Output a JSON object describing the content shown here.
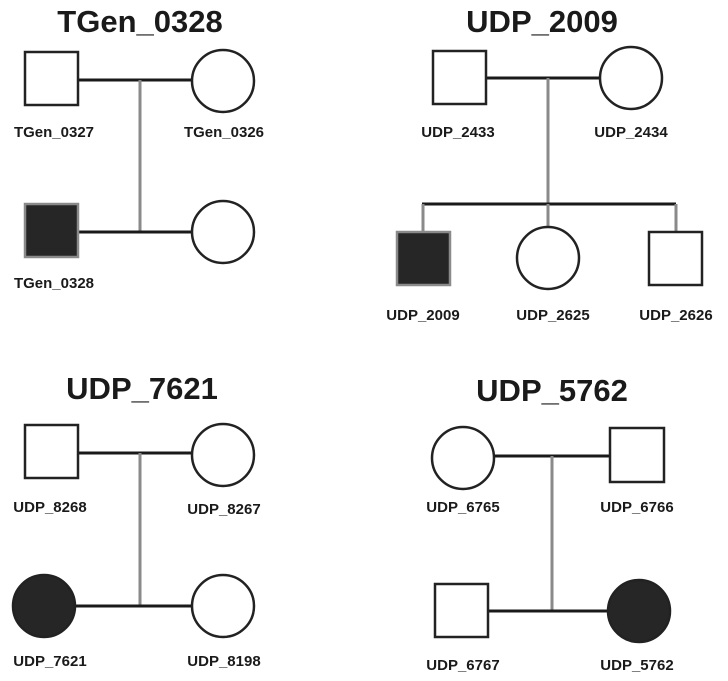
{
  "pedigrees": [
    {
      "title": "TGen_0328",
      "parents": [
        {
          "id": "TGen_0327",
          "sex": "male",
          "affected": false
        },
        {
          "id": "TGen_0326",
          "sex": "female",
          "affected": false
        }
      ],
      "children": [
        {
          "id": "TGen_0328",
          "sex": "male",
          "affected": true
        },
        {
          "id": "",
          "sex": "female",
          "affected": false
        }
      ]
    },
    {
      "title": "UDP_2009",
      "parents": [
        {
          "id": "UDP_2433",
          "sex": "male",
          "affected": false
        },
        {
          "id": "UDP_2434",
          "sex": "female",
          "affected": false
        }
      ],
      "children": [
        {
          "id": "UDP_2009",
          "sex": "male",
          "affected": true
        },
        {
          "id": "UDP_2625",
          "sex": "female",
          "affected": false
        },
        {
          "id": "UDP_2626",
          "sex": "male",
          "affected": false
        }
      ]
    },
    {
      "title": "UDP_7621",
      "parents": [
        {
          "id": "UDP_8268",
          "sex": "male",
          "affected": false
        },
        {
          "id": "UDP_8267",
          "sex": "female",
          "affected": false
        }
      ],
      "children": [
        {
          "id": "UDP_7621",
          "sex": "female",
          "affected": true
        },
        {
          "id": "UDP_8198",
          "sex": "female",
          "affected": false
        }
      ]
    },
    {
      "title": "UDP_5762",
      "parents": [
        {
          "id": "UDP_6765",
          "sex": "female",
          "affected": false
        },
        {
          "id": "UDP_6766",
          "sex": "male",
          "affected": false
        }
      ],
      "children": [
        {
          "id": "UDP_6767",
          "sex": "male",
          "affected": false
        },
        {
          "id": "UDP_5762",
          "sex": "female",
          "affected": true
        }
      ]
    }
  ]
}
